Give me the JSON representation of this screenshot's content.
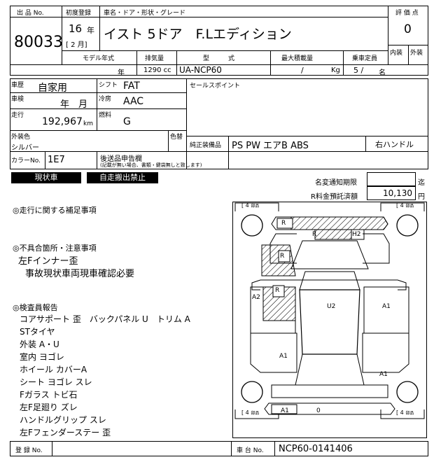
{
  "header": {
    "lot_label": "出 品 No.",
    "lot_number": "80033",
    "first_reg_label": "初度登録",
    "first_reg_year": "16",
    "year_unit": "年",
    "first_reg_month": "[ 2 月]",
    "car_name_label": "車名・ドア・形状・グレード",
    "car_name": "イスト 5ドア　F.Lエディション",
    "score_label": "評 価 点",
    "score": "0",
    "interior_label": "内装",
    "exterior_label": "外装"
  },
  "spec_row": {
    "model_year_label": "モデル年式",
    "model_year_unit": "年",
    "displacement_label": "排気量",
    "displacement": "1290 cc",
    "type_label": "型　　　式",
    "type": "UA-NCP60",
    "max_load_label": "最大積載量",
    "max_load": "/",
    "max_load_unit": "Kg",
    "capacity_label": "乗車定員",
    "capacity": "5 /",
    "capacity_unit": "名"
  },
  "details": {
    "history_label": "車歴",
    "history": "自家用",
    "shift_label": "シフト",
    "shift": "FAT",
    "inspection_label": "車検",
    "inspection": "年　月",
    "ac_label": "冷房",
    "ac": "AAC",
    "mileage_label": "走行",
    "mileage": "192,967",
    "mileage_unit": "km",
    "fuel_label": "燃料",
    "fuel": "G",
    "exterior_color_label": "外装色",
    "exterior_color": "シルバー",
    "color_change_label": "色替",
    "color_no_label": "カラーNo.",
    "color_no": "1E7",
    "sales_point_label": "セールスポイント",
    "equipment_label": "純正装備品",
    "equipment": "PS PW エアB ABS",
    "steering": "右ハンドル",
    "aftermarket_label": "後送品申告欄",
    "aftermarket_note": "(記載が無い場合、書類・鍵袋無しと致します)"
  },
  "status": {
    "badge1": "現状車",
    "badge2": "自走搬出禁止",
    "notice_label": "名変通知期限",
    "notice_unit": "迄",
    "recycle_label": "R料金預託済額",
    "recycle_value": "10,130",
    "recycle_unit": "円"
  },
  "remarks": {
    "driving_title": "◎走行に関する補足事項",
    "defect_title": "◎不具合箇所・注意事項",
    "defect_lines": [
      "左Fインナー歪",
      "事故現状車両現車確認必要"
    ],
    "inspector_title": "◎検査員報告",
    "inspector_lines": [
      "コアサポート 歪　バックパネル U　トリム A",
      "STタイヤ",
      "外装 A・U",
      "室内 ヨゴレ",
      "ホイール カバーA",
      "シート ヨゴレ スレ",
      "Fガラス トビ石",
      "左F足廻り ズレ",
      "ハンドルグリップ スレ",
      "左Fフェンダーステー 歪"
    ]
  },
  "diagram": {
    "tire_tl": "4",
    "tire_tr": "4",
    "tire_bl": "4",
    "tire_br": "4",
    "tire_unit": "部品",
    "marks": {
      "bumper_front": "R",
      "front_inner": "R",
      "hood_top": "H2",
      "fender_l_top": "R",
      "fender_l_bottom": "R",
      "left_side": "A2",
      "roof": "U2",
      "right_door": "A1",
      "left_rear_door": "A1",
      "right_rear": "A1",
      "rear_bumper_a": "A1",
      "rear_bumper_b": "0"
    }
  },
  "footer": {
    "registration_label": "登 録 No.",
    "chassis_label": "車 台 No.",
    "chassis_number": "NCP60-0141406"
  }
}
